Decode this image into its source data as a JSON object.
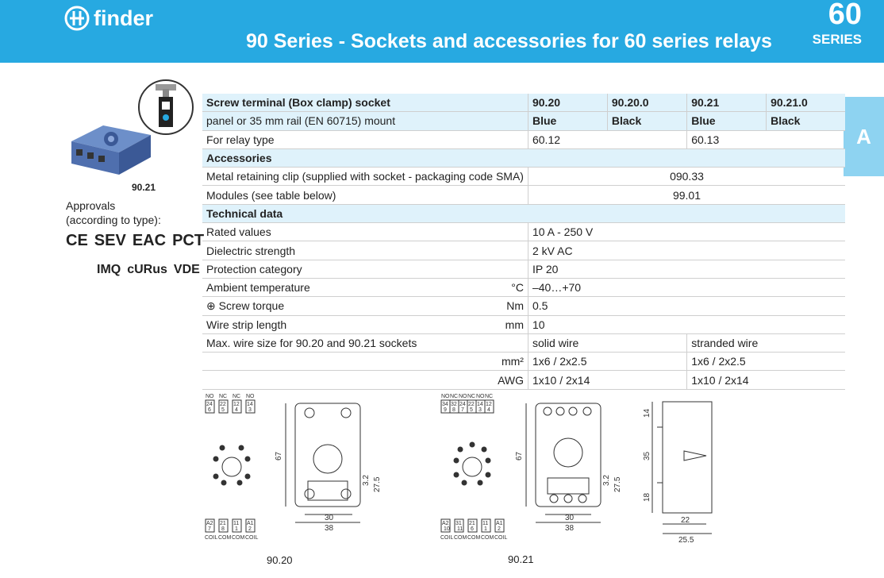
{
  "header": {
    "brand": "finder",
    "title": "90 Series - Sockets and accessories for 60 series relays",
    "series_number": "60",
    "series_label": "SERIES",
    "color": "#27a9e1"
  },
  "side_tab": {
    "label": "A"
  },
  "product": {
    "label": "90.21",
    "approvals_line1": "Approvals",
    "approvals_line2": "(according to type):",
    "certs_row1": [
      "CE",
      "SEV",
      "EAC",
      "PCT"
    ],
    "certs_row2": [
      "IMQ",
      "cURus",
      "VDE"
    ]
  },
  "table": {
    "header_title": "Screw terminal (Box clamp) socket",
    "header_subtitle": "panel or 35 mm rail (EN 60715) mount",
    "codes": [
      {
        "code": "90.20",
        "color": "Blue"
      },
      {
        "code": "90.20.0",
        "color": "Black"
      },
      {
        "code": "90.21",
        "color": "Blue"
      },
      {
        "code": "90.21.0",
        "color": "Black"
      }
    ],
    "relay_type_label": "For relay type",
    "relay_types": [
      "60.12",
      "60.13"
    ],
    "accessories_title": "Accessories",
    "clip_label": "Metal retaining clip (supplied with socket - packaging code SMA)",
    "clip_value": "090.33",
    "modules_label": "Modules (see table below)",
    "modules_value": "99.01",
    "technical_title": "Technical data",
    "rows": [
      {
        "label": "Rated values",
        "unit": "",
        "value": "10 A - 250 V"
      },
      {
        "label": "Dielectric strength",
        "unit": "",
        "value": "2 kV AC"
      },
      {
        "label": "Protection category",
        "unit": "",
        "value": "IP 20"
      },
      {
        "label": "Ambient temperature",
        "unit": "°C",
        "value": "–40…+70"
      },
      {
        "label": "Screw torque",
        "unit": "Nm",
        "value": "0.5"
      },
      {
        "label": "Wire strip length",
        "unit": "mm",
        "value": "10"
      }
    ],
    "wire_size_label": "Max. wire size for 90.20 and 90.21 sockets",
    "solid_label": "solid wire",
    "stranded_label": "stranded wire",
    "mm2_unit": "mm²",
    "mm2_solid": "1x6 / 2x2.5",
    "mm2_stranded": "1x6 / 2x2.5",
    "awg_unit": "AWG",
    "awg_solid": "1x10 / 2x14",
    "awg_stranded": "1x10 / 2x14"
  },
  "drawings": {
    "caption_left": "90.20",
    "caption_right": "90.21",
    "left_top_labels": [
      "NO",
      "NC",
      "NC",
      "NO"
    ],
    "left_top_terms": [
      "24",
      "22",
      "12",
      "14"
    ],
    "left_top_pins": [
      "6",
      "5",
      "4",
      "3"
    ],
    "left_bottom_terms": [
      "A2",
      "21",
      "11",
      "A1"
    ],
    "left_bottom_pins": [
      "7",
      "8",
      "1",
      "2"
    ],
    "left_bottom_labels": [
      "COIL",
      "COM",
      "COM",
      "COIL"
    ],
    "right_top_labels": [
      "NO",
      "NC",
      "NO",
      "NC",
      "NO",
      "NC"
    ],
    "right_top_terms": [
      "34",
      "32",
      "24",
      "22",
      "14",
      "12"
    ],
    "right_top_pins": [
      "9",
      "8",
      "7",
      "5",
      "3",
      "4"
    ],
    "right_bottom_terms": [
      "A2",
      "31",
      "21",
      "11",
      "A1"
    ],
    "right_bottom_pins": [
      "10",
      "11",
      "6",
      "1",
      "2"
    ],
    "right_bottom_labels": [
      "COIL",
      "COM",
      "COM",
      "COM",
      "COIL"
    ],
    "dim_height": "67",
    "dim_30": "30",
    "dim_38": "38",
    "dim_32": "3.2",
    "dim_275": "27.5",
    "dim_14": "14",
    "dim_35": "35",
    "dim_18": "18",
    "dim_22": "22",
    "dim_255": "25.5"
  }
}
